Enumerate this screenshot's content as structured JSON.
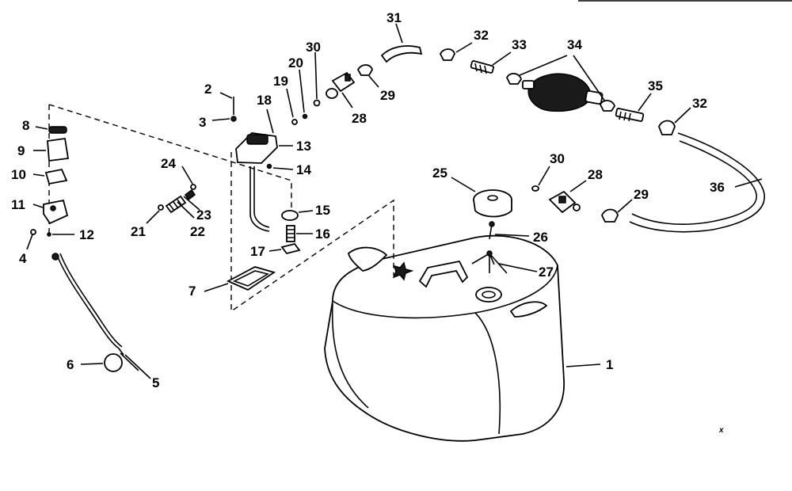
{
  "diagram": {
    "callouts": [
      "1",
      "2",
      "3",
      "4",
      "5",
      "6",
      "7",
      "8",
      "9",
      "10",
      "11",
      "12",
      "13",
      "14",
      "15",
      "16",
      "17",
      "18",
      "19",
      "20",
      "21",
      "22",
      "23",
      "24",
      "25",
      "26",
      "27",
      "28",
      "29",
      "30",
      "31",
      "32",
      "33",
      "34",
      "35",
      "36"
    ],
    "callouts_repeated": [
      "28",
      "29",
      "30",
      "32"
    ],
    "stray_mark": "x"
  }
}
